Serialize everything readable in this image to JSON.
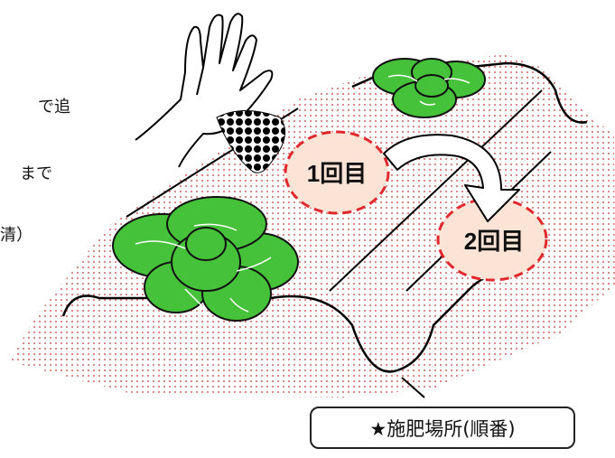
{
  "labels": {
    "first": "1回目",
    "second": "2回目"
  },
  "legend": "★施肥場所(順番)",
  "edge_fragments": [
    "で追",
    "まで",
    "清）"
  ],
  "colors": {
    "soil_dots": "#c0392b",
    "lettuce_fill": "#45c23a",
    "lettuce_vein": "#ffffff",
    "zone_fill": "#fbe3d5",
    "zone_border": "#e0282d",
    "outline": "#000000"
  }
}
